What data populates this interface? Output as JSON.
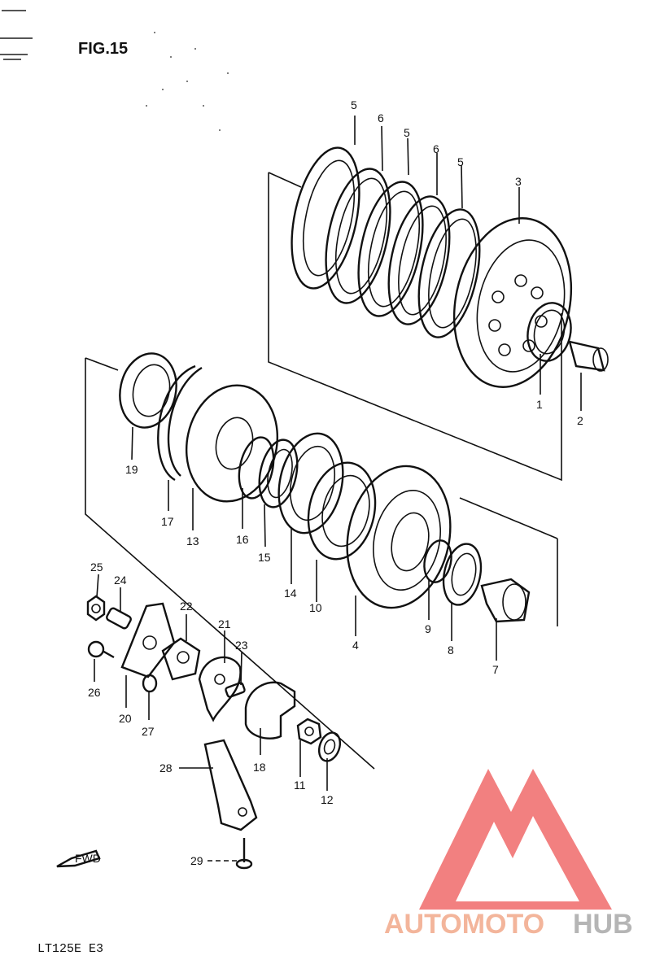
{
  "figure_title": "FIG.15",
  "model_code": "LT125E E3",
  "front_arrow_label": "FWD",
  "watermark": {
    "text_a": "AUTOMOTO",
    "text_b": "HUB",
    "color_a": "#f2a98a",
    "color_b": "#a9a9a9",
    "logo_color": "#f06a6a"
  },
  "callouts": {
    "p1": "1",
    "p2": "2",
    "p3": "3",
    "p4": "4",
    "p5a": "5",
    "p5b": "5",
    "p5c": "5",
    "p6a": "6",
    "p6b": "6",
    "p7": "7",
    "p8": "8",
    "p9": "9",
    "p10": "10",
    "p11": "11",
    "p12": "12",
    "p13": "13",
    "p14": "14",
    "p15": "15",
    "p16": "16",
    "p17": "17",
    "p18": "18",
    "p19": "19",
    "p20": "20",
    "p21": "21",
    "p22": "22",
    "p23": "23",
    "p24": "24",
    "p25": "25",
    "p26": "26",
    "p27": "27",
    "p28": "28",
    "p29": "29"
  }
}
